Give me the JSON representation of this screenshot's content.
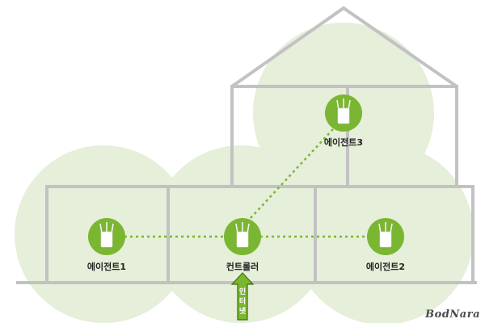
{
  "nodes": [
    {
      "id": "controller",
      "label": "컨트롤러"
    },
    {
      "id": "agent1",
      "label": "에이전트1"
    },
    {
      "id": "agent2",
      "label": "에이전트2"
    },
    {
      "id": "agent3",
      "label": "에이전트3"
    }
  ],
  "internet": {
    "chars": [
      "인",
      "터",
      "넷"
    ]
  },
  "logo": "BodNara",
  "colors": {
    "coverage": "#e5efd9",
    "house": "#c2c2c2",
    "node": "#7ab631",
    "link": "#7ab631",
    "arrow_fill": "#7ab631",
    "arrow_stroke": "#3f6e12"
  }
}
